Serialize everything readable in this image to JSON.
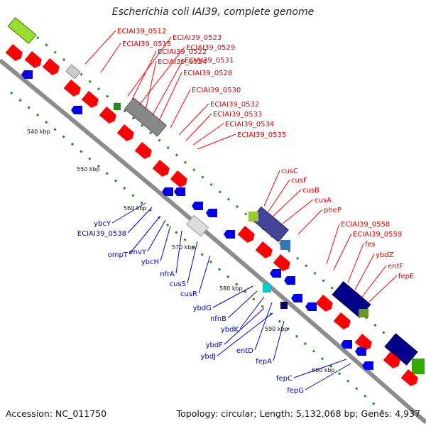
{
  "title": "Escherichia coli IAI39, complete genome",
  "accession": "Accession: NC_011750",
  "topology": "Topology: circular; Length: 5,132,068 bp; Genes: 4,937",
  "colors": {
    "forward": "#ff0000",
    "reverse": "#0000ff",
    "forward_label": "#dd0000",
    "reverse_label": "#0000cc",
    "backbone": "#999999",
    "dots": "#228b22"
  },
  "ticks": [
    "540 kbp",
    "550 kbp",
    "560 kbp",
    "570 kbp",
    "580 kbp",
    "590 kbp",
    "600 kbp"
  ],
  "forward_genes": [
    "ECIAI39_0512",
    "ECIAI39_0515",
    "ECIAI39_0523",
    "ECIAI39_0522",
    "ECIAI39_0529",
    "ECIAI39_0524",
    "ECIAI39_0531",
    "ECIAI39_0528",
    "ECIAI39_0530",
    "ECIAI39_0532",
    "ECIAI39_0533",
    "ECIAI39_0534",
    "ECIAI39_0535",
    "cusC",
    "cusF",
    "cusB",
    "cusA",
    "pheP",
    "ECIAI39_0558",
    "ECIAI39_0559",
    "fes",
    "ybdZ",
    "entF",
    "fepE"
  ],
  "reverse_genes": [
    "ybcY",
    "ECIAI39_0538",
    "ompT",
    "envY",
    "ybcH",
    "nfrA",
    "cusS",
    "cusR",
    "ybdG",
    "nfnB",
    "ybdK",
    "ybdF",
    "entD",
    "ybdJ",
    "fepA",
    "fepC",
    "fepG"
  ]
}
